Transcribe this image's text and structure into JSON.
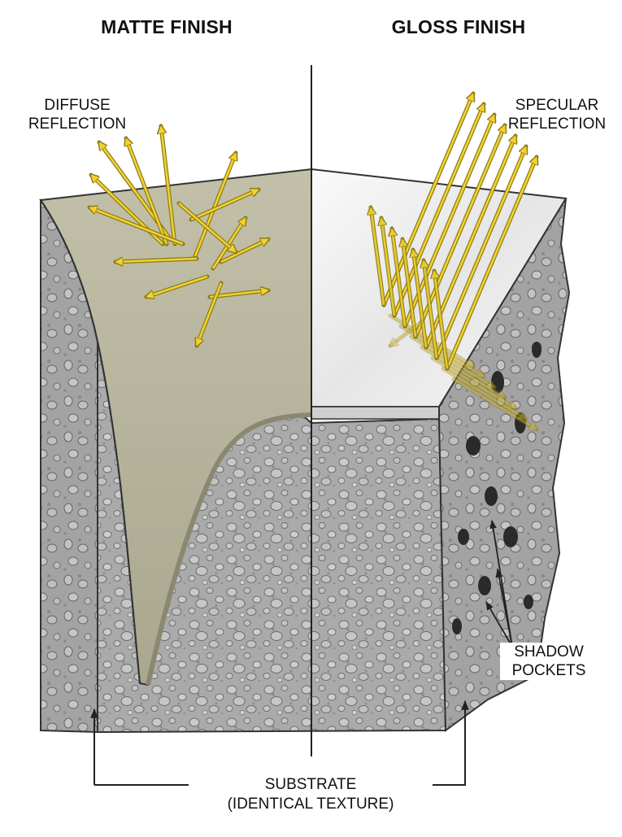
{
  "titles": {
    "matte": "MATTE FINISH",
    "gloss": "GLOSS FINISH"
  },
  "labels": {
    "diffuse": [
      "DIFFUSE",
      "REFLECTION"
    ],
    "specular": [
      "SPECULAR",
      "REFLECTION"
    ],
    "shadow": [
      "SHADOW",
      "POCKETS"
    ],
    "substrate": [
      "SUBSTRATE",
      "(IDENTICAL TEXTURE)"
    ]
  },
  "colors": {
    "matte_coating": "#b5b39b",
    "gloss_coating": "#ededed",
    "substrate": "#a8a8a8",
    "ray": "#f2d22e",
    "ray_outline": "#8a7a18"
  },
  "icons": {
    "ray": "arrow",
    "pointer": "leader-arrow"
  }
}
